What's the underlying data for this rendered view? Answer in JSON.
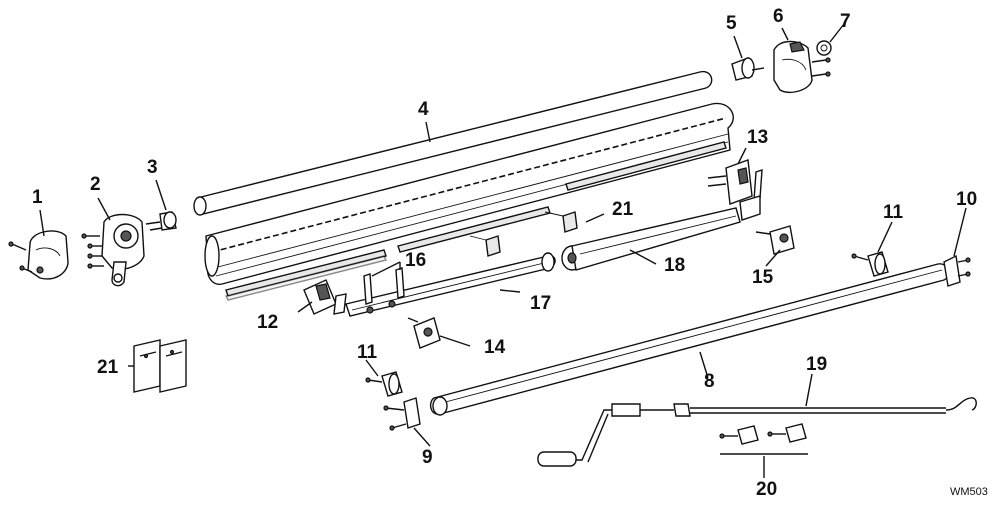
{
  "diagram": {
    "reference_code": "WM503",
    "callouts": [
      {
        "id": "c1",
        "label": "1"
      },
      {
        "id": "c2",
        "label": "2"
      },
      {
        "id": "c3",
        "label": "3"
      },
      {
        "id": "c4",
        "label": "4"
      },
      {
        "id": "c5",
        "label": "5"
      },
      {
        "id": "c6",
        "label": "6"
      },
      {
        "id": "c7",
        "label": "7"
      },
      {
        "id": "c8",
        "label": "8"
      },
      {
        "id": "c9",
        "label": "9"
      },
      {
        "id": "c10",
        "label": "10"
      },
      {
        "id": "c11a",
        "label": "11"
      },
      {
        "id": "c11b",
        "label": "11"
      },
      {
        "id": "c12",
        "label": "12"
      },
      {
        "id": "c13",
        "label": "13"
      },
      {
        "id": "c14",
        "label": "14"
      },
      {
        "id": "c15",
        "label": "15"
      },
      {
        "id": "c16",
        "label": "16"
      },
      {
        "id": "c17",
        "label": "17"
      },
      {
        "id": "c18",
        "label": "18"
      },
      {
        "id": "c19",
        "label": "19"
      },
      {
        "id": "c20",
        "label": "20"
      },
      {
        "id": "c21a",
        "label": "21"
      },
      {
        "id": "c21b",
        "label": "21"
      }
    ]
  }
}
